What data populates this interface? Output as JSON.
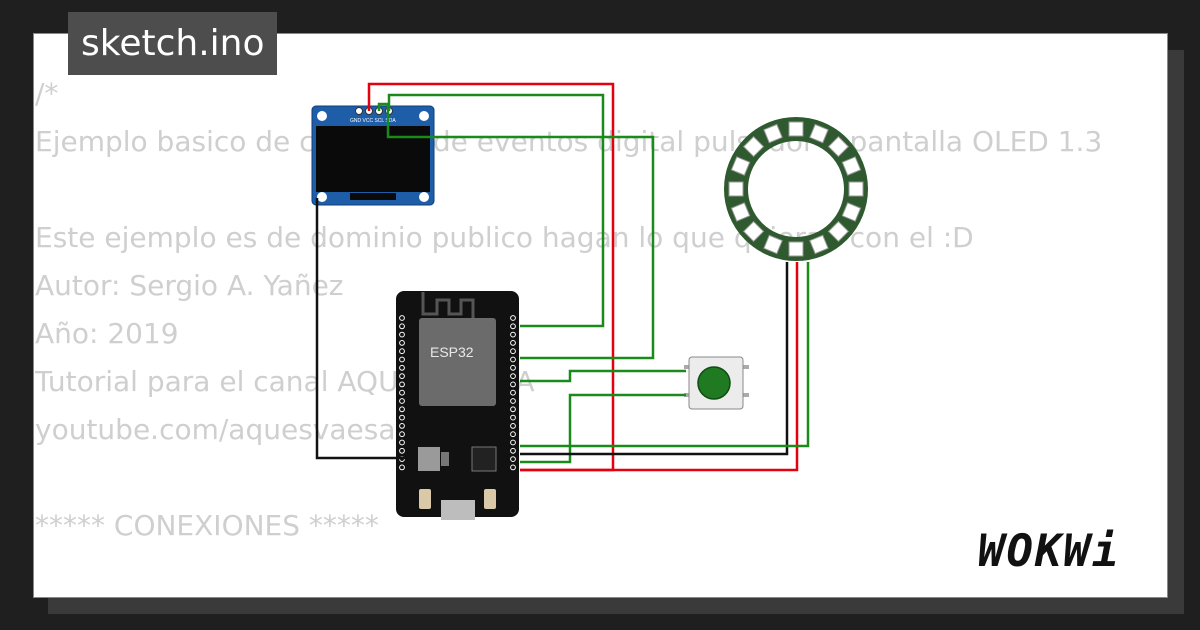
{
  "tab": {
    "filename": "sketch.ino"
  },
  "code_lines": [
    "/*",
    "Ejemplo basico de contador de eventos digital pulsador a pantalla OLED 1.3\"",
    "",
    "Este ejemplo es de dominio publico hagan lo que quieran con el :D",
    "Autor: Sergio A. Yañez",
    "Año: 2019",
    "Tutorial para el canal AQUES VAESA",
    "youtube.com/aquesvaesa",
    "",
    "***** CONEXIONES *****"
  ],
  "oled": {
    "pin_labels": "GND VCC SCL SDA"
  },
  "esp32": {
    "chip_label": "ESP32"
  },
  "brand": {
    "logo": "WOKWi"
  },
  "colors": {
    "wire_red": "#e3000f",
    "wire_green": "#1a8a1a",
    "wire_black": "#111111",
    "led_ring": "#2f5a2f",
    "button_cap": "#1f7a22",
    "oled_board": "#1e5ea8"
  }
}
